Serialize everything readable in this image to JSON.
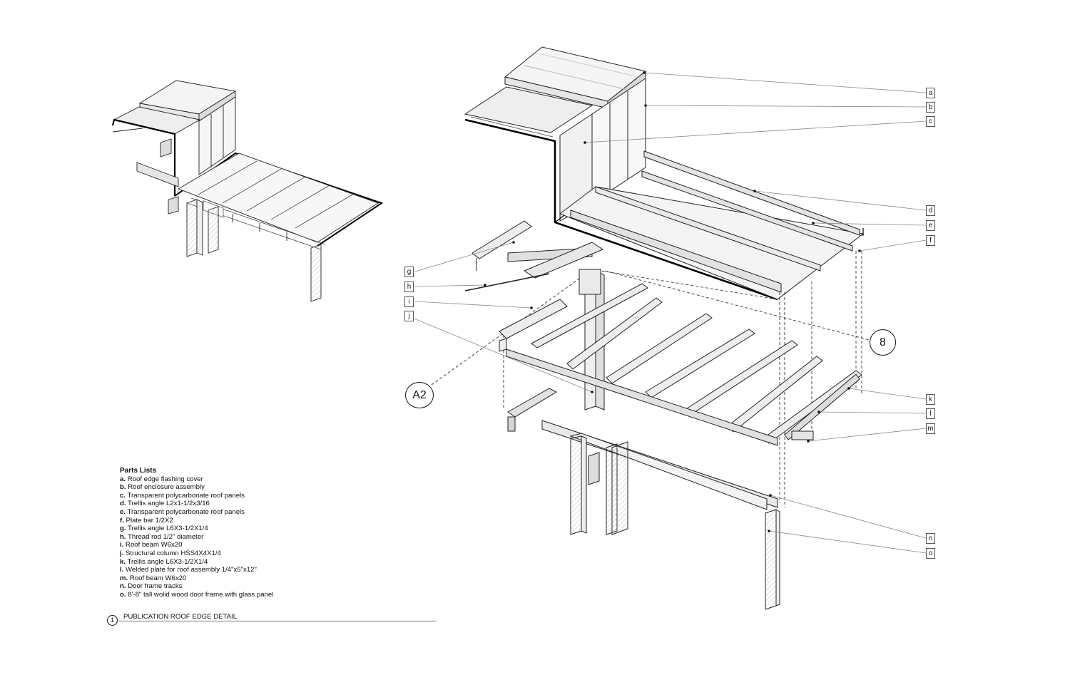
{
  "drawing_title": {
    "number": "1",
    "text": "PUBLICATION ROOF EDGE DETAIL"
  },
  "grid_bubbles": {
    "b8": "8",
    "a2": "A2"
  },
  "parts": {
    "heading": "Parts Lists",
    "items": [
      {
        "key": "a.",
        "text": "Roof edge flashing cover"
      },
      {
        "key": "b.",
        "text": "Roof enclosure assembly"
      },
      {
        "key": "c.",
        "text": "Transparent polycarbonate roof panels"
      },
      {
        "key": "d.",
        "text": "Trellis angle L2x1-1/2x3/16"
      },
      {
        "key": "e.",
        "text": "Transparent polycarbonate roof panels"
      },
      {
        "key": "f.",
        "text": "Plate bar 1/2X2"
      },
      {
        "key": "g.",
        "text": "Trellis angle L6X3-1/2X1/4"
      },
      {
        "key": "h.",
        "text": "Thread rod 1/2\" diameter"
      },
      {
        "key": "i.",
        "text": "Roof beam W6x20"
      },
      {
        "key": "j.",
        "text": "Structural column HSS4X4X1/4"
      },
      {
        "key": "k.",
        "text": "Trellis angle L6X3-1/2X1/4"
      },
      {
        "key": "l.",
        "text": "Welded plate for roof assembly 1/4\"x5\"x12\""
      },
      {
        "key": "m.",
        "text": "Roof beam W6x20"
      },
      {
        "key": "n.",
        "text": "Door frame tracks"
      },
      {
        "key": "o.",
        "text": "8'-8\" tall wolid wood door frame with glass panel"
      }
    ]
  },
  "callouts": {
    "a": "a",
    "b": "b",
    "c": "c",
    "d": "d",
    "e": "e",
    "f": "f",
    "g": "g",
    "h": "h",
    "i": "i",
    "j": "j",
    "k": "k",
    "l": "l",
    "m": "m",
    "n": "n",
    "o": "o"
  },
  "colors": {
    "line": "#111111",
    "leader": "#888888",
    "hatch": "#bbbbbb",
    "panel": "#f2f2f2"
  }
}
